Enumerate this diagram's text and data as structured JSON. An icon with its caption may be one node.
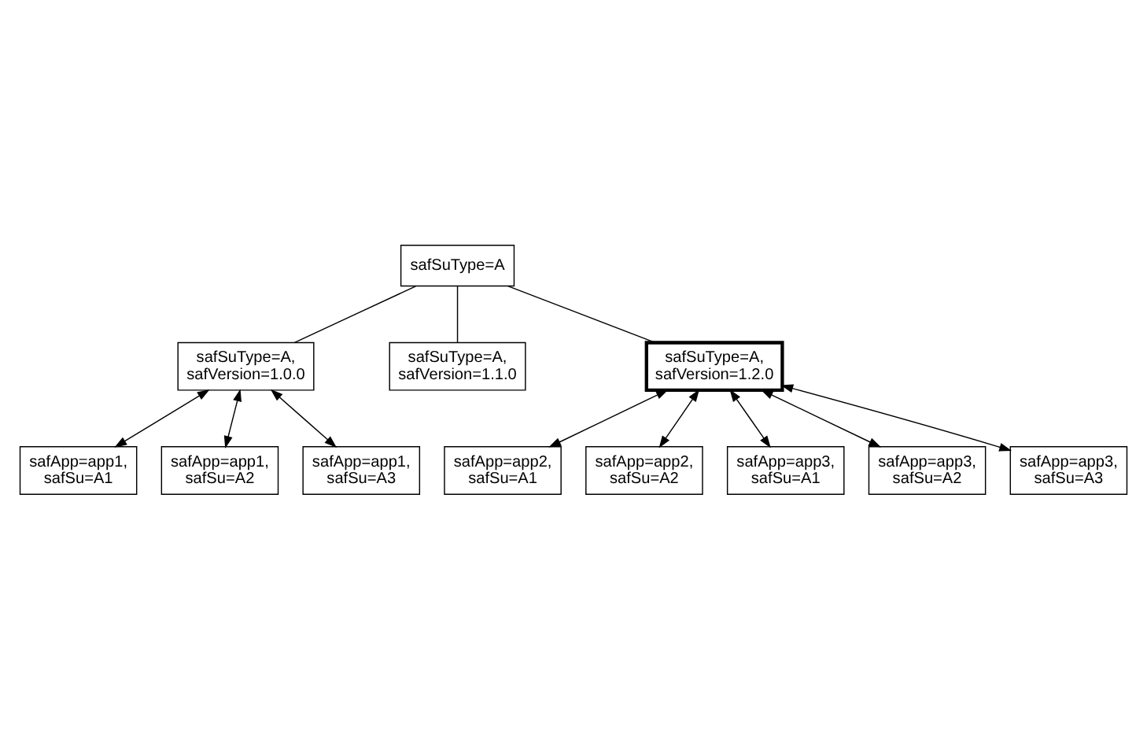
{
  "diagram": {
    "nodes": [
      {
        "text": [
          "safSuType=A"
        ]
      },
      {
        "text": [
          "safSuType=A, safVersion=1.0.0"
        ]
      },
      {
        "text": [
          "safSuType=A, safVersion=1.1.0"
        ]
      },
      {
        "text": [
          "safSuType=A, safVersion=1.2.0"
        ]
      },
      {
        "text": [
          "safApp=app1, safSu=A1"
        ]
      },
      {
        "text": [
          "safApp=app1, safSu=A2"
        ]
      },
      {
        "text": [
          "safApp=app1, safSu=A3"
        ]
      },
      {
        "text": [
          "safApp=app2, safSu=A1"
        ]
      },
      {
        "text": [
          "safApp=app2, safSu=A2"
        ]
      },
      {
        "text": [
          "safApp=app3, safSu=A1"
        ]
      },
      {
        "text": [
          "safApp=app3, safSu=A2"
        ]
      },
      {
        "text": [
          "safApp=app3, safSu=A3"
        ]
      }
    ],
    "edges": [
      {
        "from": 0,
        "to": 1,
        "arrow": "none"
      },
      {
        "from": 0,
        "to": 2,
        "arrow": "none"
      },
      {
        "from": 0,
        "to": 3,
        "arrow": "none"
      },
      {
        "from": 1,
        "to": 4,
        "arrow": "both"
      },
      {
        "from": 1,
        "to": 5,
        "arrow": "both"
      },
      {
        "from": 1,
        "to": 6,
        "arrow": "both"
      },
      {
        "from": 3,
        "to": 7,
        "arrow": "both"
      },
      {
        "from": 3,
        "to": 8,
        "arrow": "both"
      },
      {
        "from": 3,
        "to": 9,
        "arrow": "both"
      },
      {
        "from": 3,
        "to": 10,
        "arrow": "both"
      },
      {
        "from": 3,
        "to": 11,
        "arrow": "both"
      }
    ]
  }
}
